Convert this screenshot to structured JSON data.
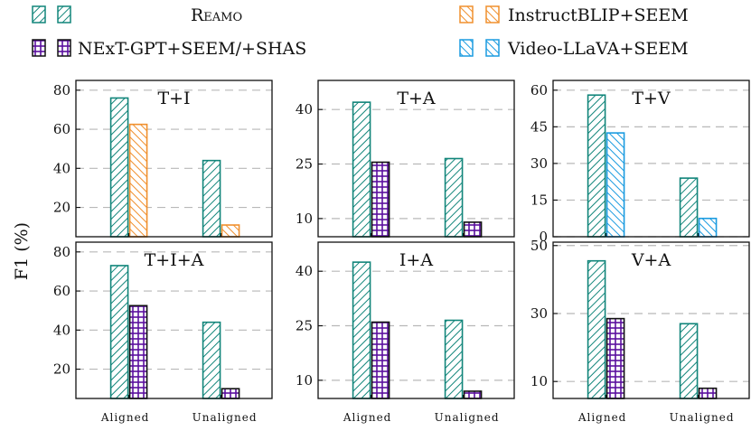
{
  "legend": {
    "reamo": "Reamo",
    "instructblip": "InstructBLIP+SEEM",
    "nextgpt": "NExT-GPT+SEEM/+SHAS",
    "videollava": "Video-LLaVA+SEEM"
  },
  "y_axis_label": "F1 (%)",
  "colors": {
    "reamo": "#11857a",
    "instructblip": "#f0902e",
    "nextgpt": "#5a0f9e",
    "videollava": "#1a9be0",
    "grid": "#b8b8b8"
  },
  "chart_data": [
    {
      "type": "bar",
      "title": "T+I",
      "categories": [
        "Aligned",
        "Unaligned"
      ],
      "ylim": [
        5,
        85
      ],
      "yticks": [
        20,
        40,
        60,
        80
      ],
      "grid": true,
      "series": [
        {
          "name": "Reamo",
          "key": "reamo",
          "values": [
            76,
            44
          ]
        },
        {
          "name": "InstructBLIP+SEEM",
          "key": "instructblip",
          "values": [
            62.5,
            11
          ]
        }
      ]
    },
    {
      "type": "bar",
      "title": "T+A",
      "categories": [
        "Aligned",
        "Unaligned"
      ],
      "ylim": [
        5,
        48
      ],
      "yticks": [
        10,
        25,
        40
      ],
      "grid": true,
      "series": [
        {
          "name": "Reamo",
          "key": "reamo",
          "values": [
            42,
            26.5
          ]
        },
        {
          "name": "NExT-GPT+SEEM/+SHAS",
          "key": "nextgpt",
          "values": [
            25.5,
            9
          ]
        }
      ]
    },
    {
      "type": "bar",
      "title": "T+V",
      "categories": [
        "Aligned",
        "Unaligned"
      ],
      "ylim": [
        0,
        64
      ],
      "yticks": [
        0,
        15,
        30,
        45,
        60
      ],
      "grid": true,
      "series": [
        {
          "name": "Reamo",
          "key": "reamo",
          "values": [
            58,
            24
          ]
        },
        {
          "name": "Video-LLaVA+SEEM",
          "key": "videollava",
          "values": [
            42.5,
            7.5
          ]
        }
      ]
    },
    {
      "type": "bar",
      "title": "T+I+A",
      "categories": [
        "Aligned",
        "Unaligned"
      ],
      "ylim": [
        5,
        85
      ],
      "yticks": [
        20,
        40,
        60,
        80
      ],
      "grid": true,
      "series": [
        {
          "name": "Reamo",
          "key": "reamo",
          "values": [
            73,
            44
          ]
        },
        {
          "name": "NExT-GPT+SEEM/+SHAS",
          "key": "nextgpt",
          "values": [
            52.5,
            10
          ]
        }
      ]
    },
    {
      "type": "bar",
      "title": "I+A",
      "categories": [
        "Aligned",
        "Unaligned"
      ],
      "ylim": [
        5,
        48
      ],
      "yticks": [
        10,
        25,
        40
      ],
      "grid": true,
      "series": [
        {
          "name": "Reamo",
          "key": "reamo",
          "values": [
            42.5,
            26.5
          ]
        },
        {
          "name": "NExT-GPT+SEEM/+SHAS",
          "key": "nextgpt",
          "values": [
            26,
            7
          ]
        }
      ]
    },
    {
      "type": "bar",
      "title": "V+A",
      "categories": [
        "Aligned",
        "Unaligned"
      ],
      "ylim": [
        5,
        51
      ],
      "yticks": [
        10,
        30,
        50
      ],
      "grid": true,
      "series": [
        {
          "name": "Reamo",
          "key": "reamo",
          "values": [
            45.5,
            27
          ]
        },
        {
          "name": "NExT-GPT+SEEM/+SHAS",
          "key": "nextgpt",
          "values": [
            28.5,
            8
          ]
        }
      ]
    }
  ]
}
